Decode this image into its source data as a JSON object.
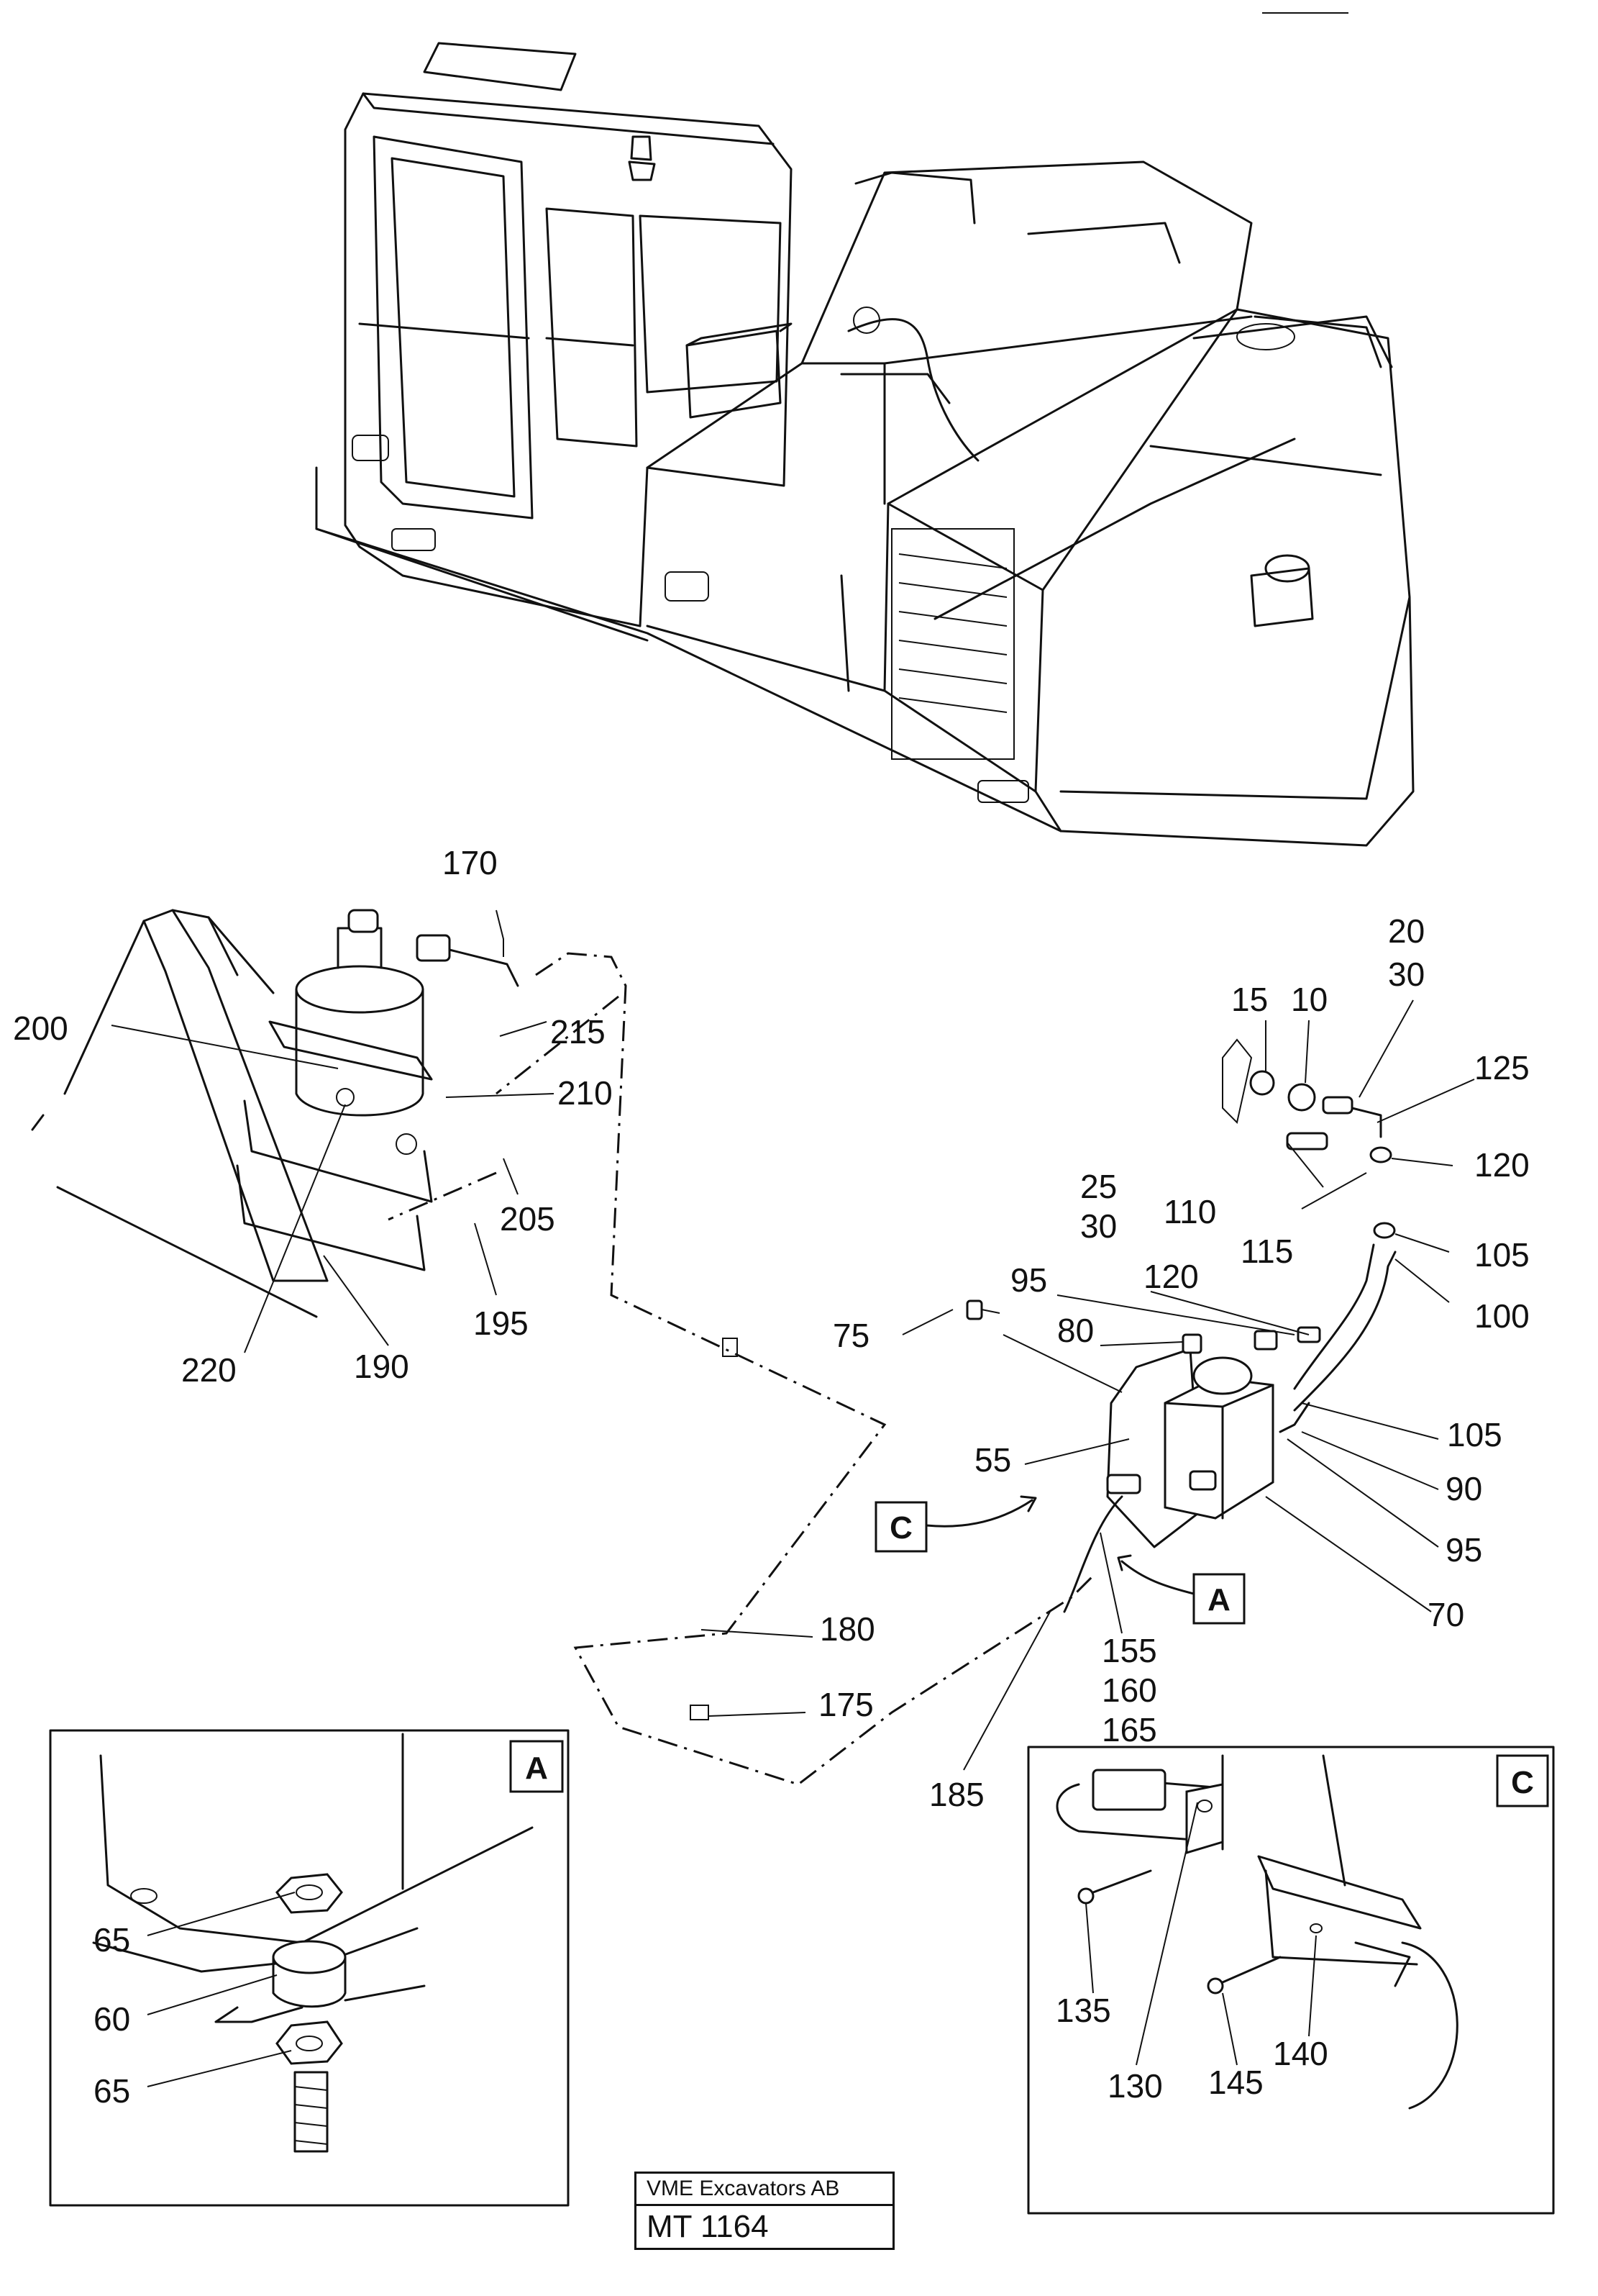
{
  "callouts": {
    "c170": "170",
    "c200": "200",
    "c215": "215",
    "c210": "210",
    "c205": "205",
    "c195": "195",
    "c220": "220",
    "c190": "190",
    "c15": "15",
    "c10": "10",
    "c20": "20",
    "c30a": "30",
    "c125": "125",
    "c120a": "120",
    "c25": "25",
    "c30b": "30",
    "c110": "110",
    "c115": "115",
    "c105a": "105",
    "c100": "100",
    "c95a": "95",
    "c120b": "120",
    "c75": "75",
    "c80": "80",
    "c105b": "105",
    "c90": "90",
    "c95b": "95",
    "c55": "55",
    "c70": "70",
    "c180": "180",
    "c175": "175",
    "c155": "155",
    "c160": "160",
    "c165": "165",
    "c185": "185",
    "c65a": "65",
    "c60": "60",
    "c65b": "65",
    "c135": "135",
    "c130": "130",
    "c145": "145",
    "c140": "140"
  },
  "view_markers": {
    "marker_c": "C",
    "marker_a": "A",
    "inset_a": "A",
    "inset_c": "C"
  },
  "title_block": {
    "company": "VME Excavators AB",
    "doc_number": "MT 1164"
  }
}
